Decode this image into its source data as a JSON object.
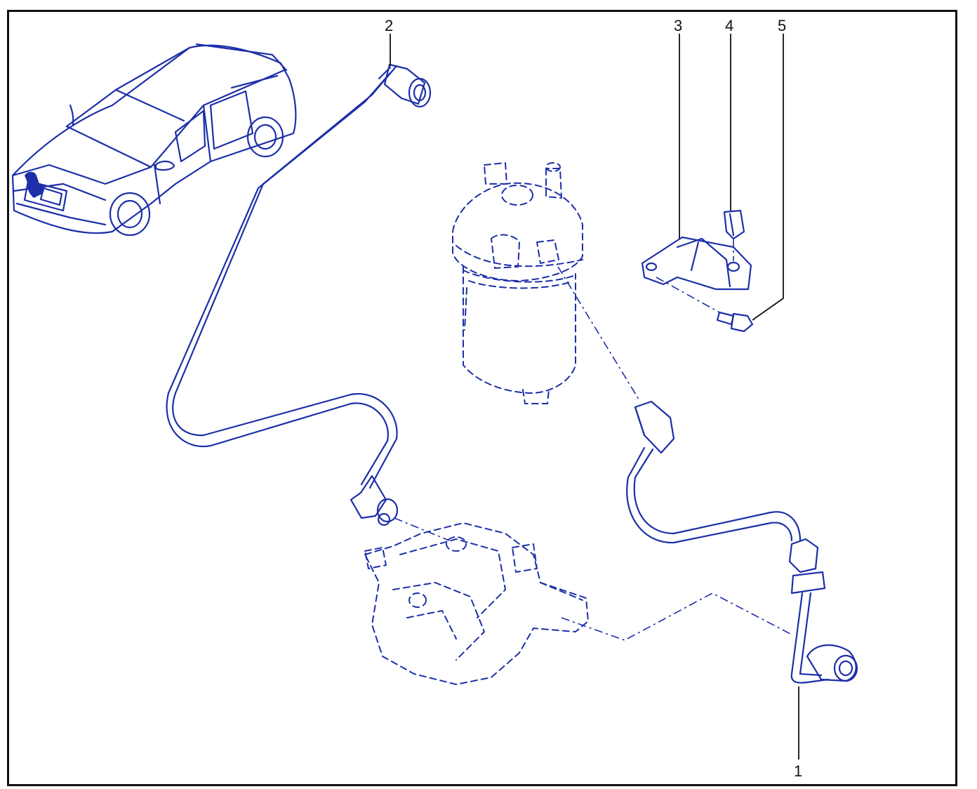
{
  "colors": {
    "line": "#1c2fa8",
    "frame": "#111111",
    "background": "#ffffff"
  },
  "callouts": {
    "c1": "1",
    "c2": "2",
    "c3": "3",
    "c4": "4",
    "c5": "5"
  }
}
